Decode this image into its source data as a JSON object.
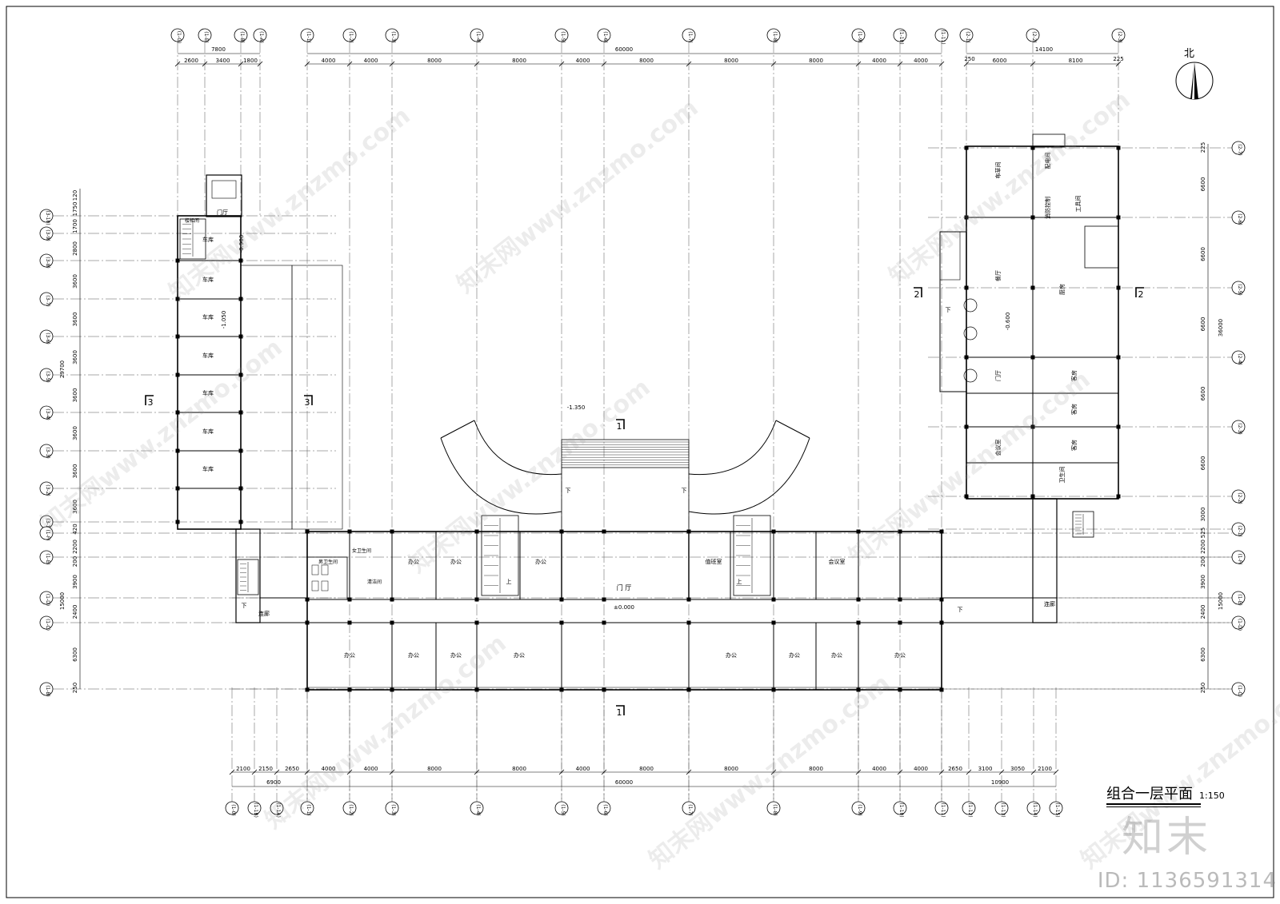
{
  "drawing": {
    "title": "组合一层平面",
    "scale": "1:150",
    "north_label": "北",
    "brand": "知末",
    "id_label": "ID: 1136591314",
    "watermark": "知末网www.znzmo.com",
    "colors": {
      "line": "#000000",
      "grid": "#333333",
      "background": "#ffffff",
      "watermark": "#969696"
    }
  },
  "top_axes": {
    "left_block": [
      "(1-G)",
      "(1-E)",
      "(1-B)",
      "(1-A)"
    ],
    "main": [
      "(1-1)",
      "(1-2)",
      "(1-3)",
      "(1-4)",
      "(1-5)",
      "(1-6)",
      "(1-7)",
      "(1-8)",
      "(1-9)",
      "(1-10)",
      "(1-11)"
    ],
    "right_block": [
      "(2-1)",
      "(2-2)",
      "(2-3)"
    ]
  },
  "bottom_axes": [
    "(1-0)",
    "(1-1B)",
    "(1-1A)",
    "(1-1)",
    "(1-2)",
    "(1-3)",
    "(1-4)",
    "(1-5)",
    "(1-6)",
    "(1-7)",
    "(1-8)",
    "(1-9)",
    "(1-10)",
    "(1-11)",
    "(1-12)",
    "(1-13)",
    "(1-14)",
    "(1-15)"
  ],
  "left_axes": [
    "(3-10)",
    "(3-9)",
    "(3-8)",
    "(3-7)",
    "(3-6)",
    "(3-5)",
    "(3-4)",
    "(3-3)",
    "(3-2)",
    "(3-1)",
    "(1-F)",
    "(1-E)",
    "(1-D)",
    "(1-C)",
    "(1-B)",
    "(1-A)"
  ],
  "right_axes": [
    "(2-7)",
    "(2-6)",
    "(2-5)",
    "(2-4)",
    "(2-3)",
    "(2-2)",
    "(2-1)",
    "(1-F)",
    "(1-E)",
    "(1-D)",
    "(1-C)",
    "(1-B)",
    "(1-A)"
  ],
  "top_dims": {
    "left_total": "7800",
    "left_parts": [
      "2600",
      "3400",
      "1800"
    ],
    "main_total": "60000",
    "main_parts": [
      "4000",
      "4000",
      "8000",
      "8000",
      "4000",
      "8000",
      "8000",
      "8000",
      "4000",
      "4000"
    ],
    "right_total": "14100",
    "right_parts": [
      "6000",
      "8100"
    ],
    "right_edges": [
      "250",
      "225"
    ]
  },
  "bottom_dims": {
    "parts": [
      "2100",
      "2150",
      "2650",
      "4000",
      "4000",
      "8000",
      "8000",
      "4000",
      "8000",
      "8000",
      "8000",
      "4000",
      "4000",
      "2650",
      "3100",
      "3050",
      "2100"
    ],
    "totals": [
      "6900",
      "60000",
      "10900"
    ]
  },
  "left_dims": {
    "parts_top": [
      "120",
      "1750",
      "1700",
      "2800",
      "3600",
      "3600",
      "3600",
      "3600",
      "3600",
      "3600",
      "3600"
    ],
    "total_top": "29700",
    "parts_bottom": [
      "420",
      "2200",
      "200",
      "3900",
      "2400",
      "6300",
      "250"
    ],
    "total_bottom": "15000"
  },
  "right_dims": {
    "parts_top": [
      "225",
      "6600",
      "6600",
      "6600",
      "6600",
      "6600",
      "3000"
    ],
    "total_top": "36000",
    "parts_bottom": [
      "525",
      "2200",
      "200",
      "3900",
      "2400",
      "6300",
      "250"
    ],
    "total_bottom": "15000"
  },
  "rooms": {
    "garages": [
      "车库",
      "车库",
      "车库",
      "车库",
      "车库",
      "车库",
      "车库"
    ],
    "garage_level": "-1.050",
    "garage_stair": "楼梯间",
    "garage_hall": "门厅",
    "garage_hall_level": "-0.900",
    "dorm_rooms": [
      "布草间",
      "配电间",
      "工具间",
      "消防控制",
      "餐厅",
      "厨房",
      "门厅",
      "客房",
      "客房",
      "客房",
      "会议室",
      "卫生间"
    ],
    "dorm_level": "-0.600",
    "office_north": [
      "办公",
      "办公",
      "办公",
      "值班室",
      "会议室"
    ],
    "office_south": [
      "办公",
      "办公",
      "办公",
      "办公",
      "办公",
      "办公",
      "办公",
      "办公"
    ],
    "toilets": [
      "男卫生间",
      "女卫生间",
      "清洁间"
    ],
    "hall": "门 厅",
    "hall_level": "±0.000",
    "corridor": "连廊",
    "plaza_level": "-1.350",
    "down": "下",
    "up": "上"
  },
  "sections": {
    "s1": "1",
    "s2": "2",
    "s3": "3"
  }
}
